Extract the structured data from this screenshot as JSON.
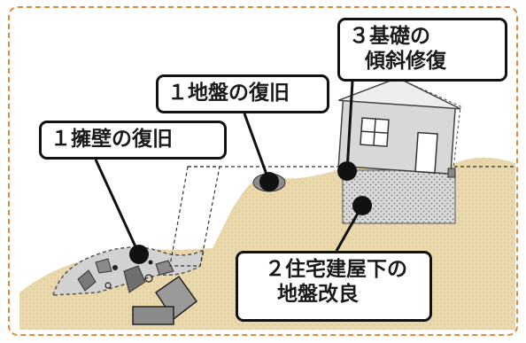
{
  "labels": {
    "retaining_wall": "１擁壁の復旧",
    "ground": "１地盤の復旧",
    "foundation": [
      "３基礎の",
      "傾斜修復"
    ],
    "improvement": [
      "２住宅建屋下の",
      "地盤改良"
    ]
  },
  "colors": {
    "frame_dash": "#e08a3a",
    "soil": "#e8d4a8",
    "soil_dark": "#c9a46b",
    "house_fill": "#d4d4d4",
    "house_fill_dark": "#a8a8a8",
    "subsoil_hatch": "#9a9a9a",
    "rubble": "#bcbcbc",
    "stone": "#7a7a7a",
    "line": "#111111"
  }
}
